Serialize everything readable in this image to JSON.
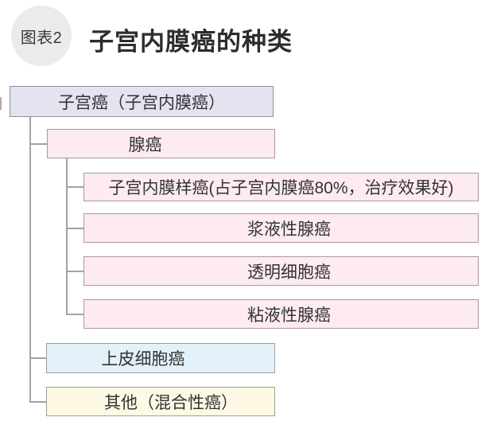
{
  "header": {
    "badge": "图表2",
    "title": "子宫内膜癌的种类"
  },
  "nodes": {
    "root": "子宫癌（子宫内膜癌）",
    "adenocarcinoma": "腺癌",
    "endometrioid": "子宫内膜样癌(占子宫内膜癌80%，治疗效果好)",
    "serous": "浆液性腺癌",
    "clear_cell": "透明细胞癌",
    "mucinous": "粘液性腺癌",
    "epithelial": "上皮细胞癌",
    "other": "其他（混合性癌）"
  },
  "colors": {
    "root_fill": "#e4e3f0",
    "pink_fill": "#fdebf1",
    "blue_fill": "#e3f1f9",
    "cream_fill": "#fdf9e4",
    "badge_fill": "#ebebeb",
    "line": "#a3a3a3",
    "border": "#9a9a9a",
    "text": "#333333"
  }
}
